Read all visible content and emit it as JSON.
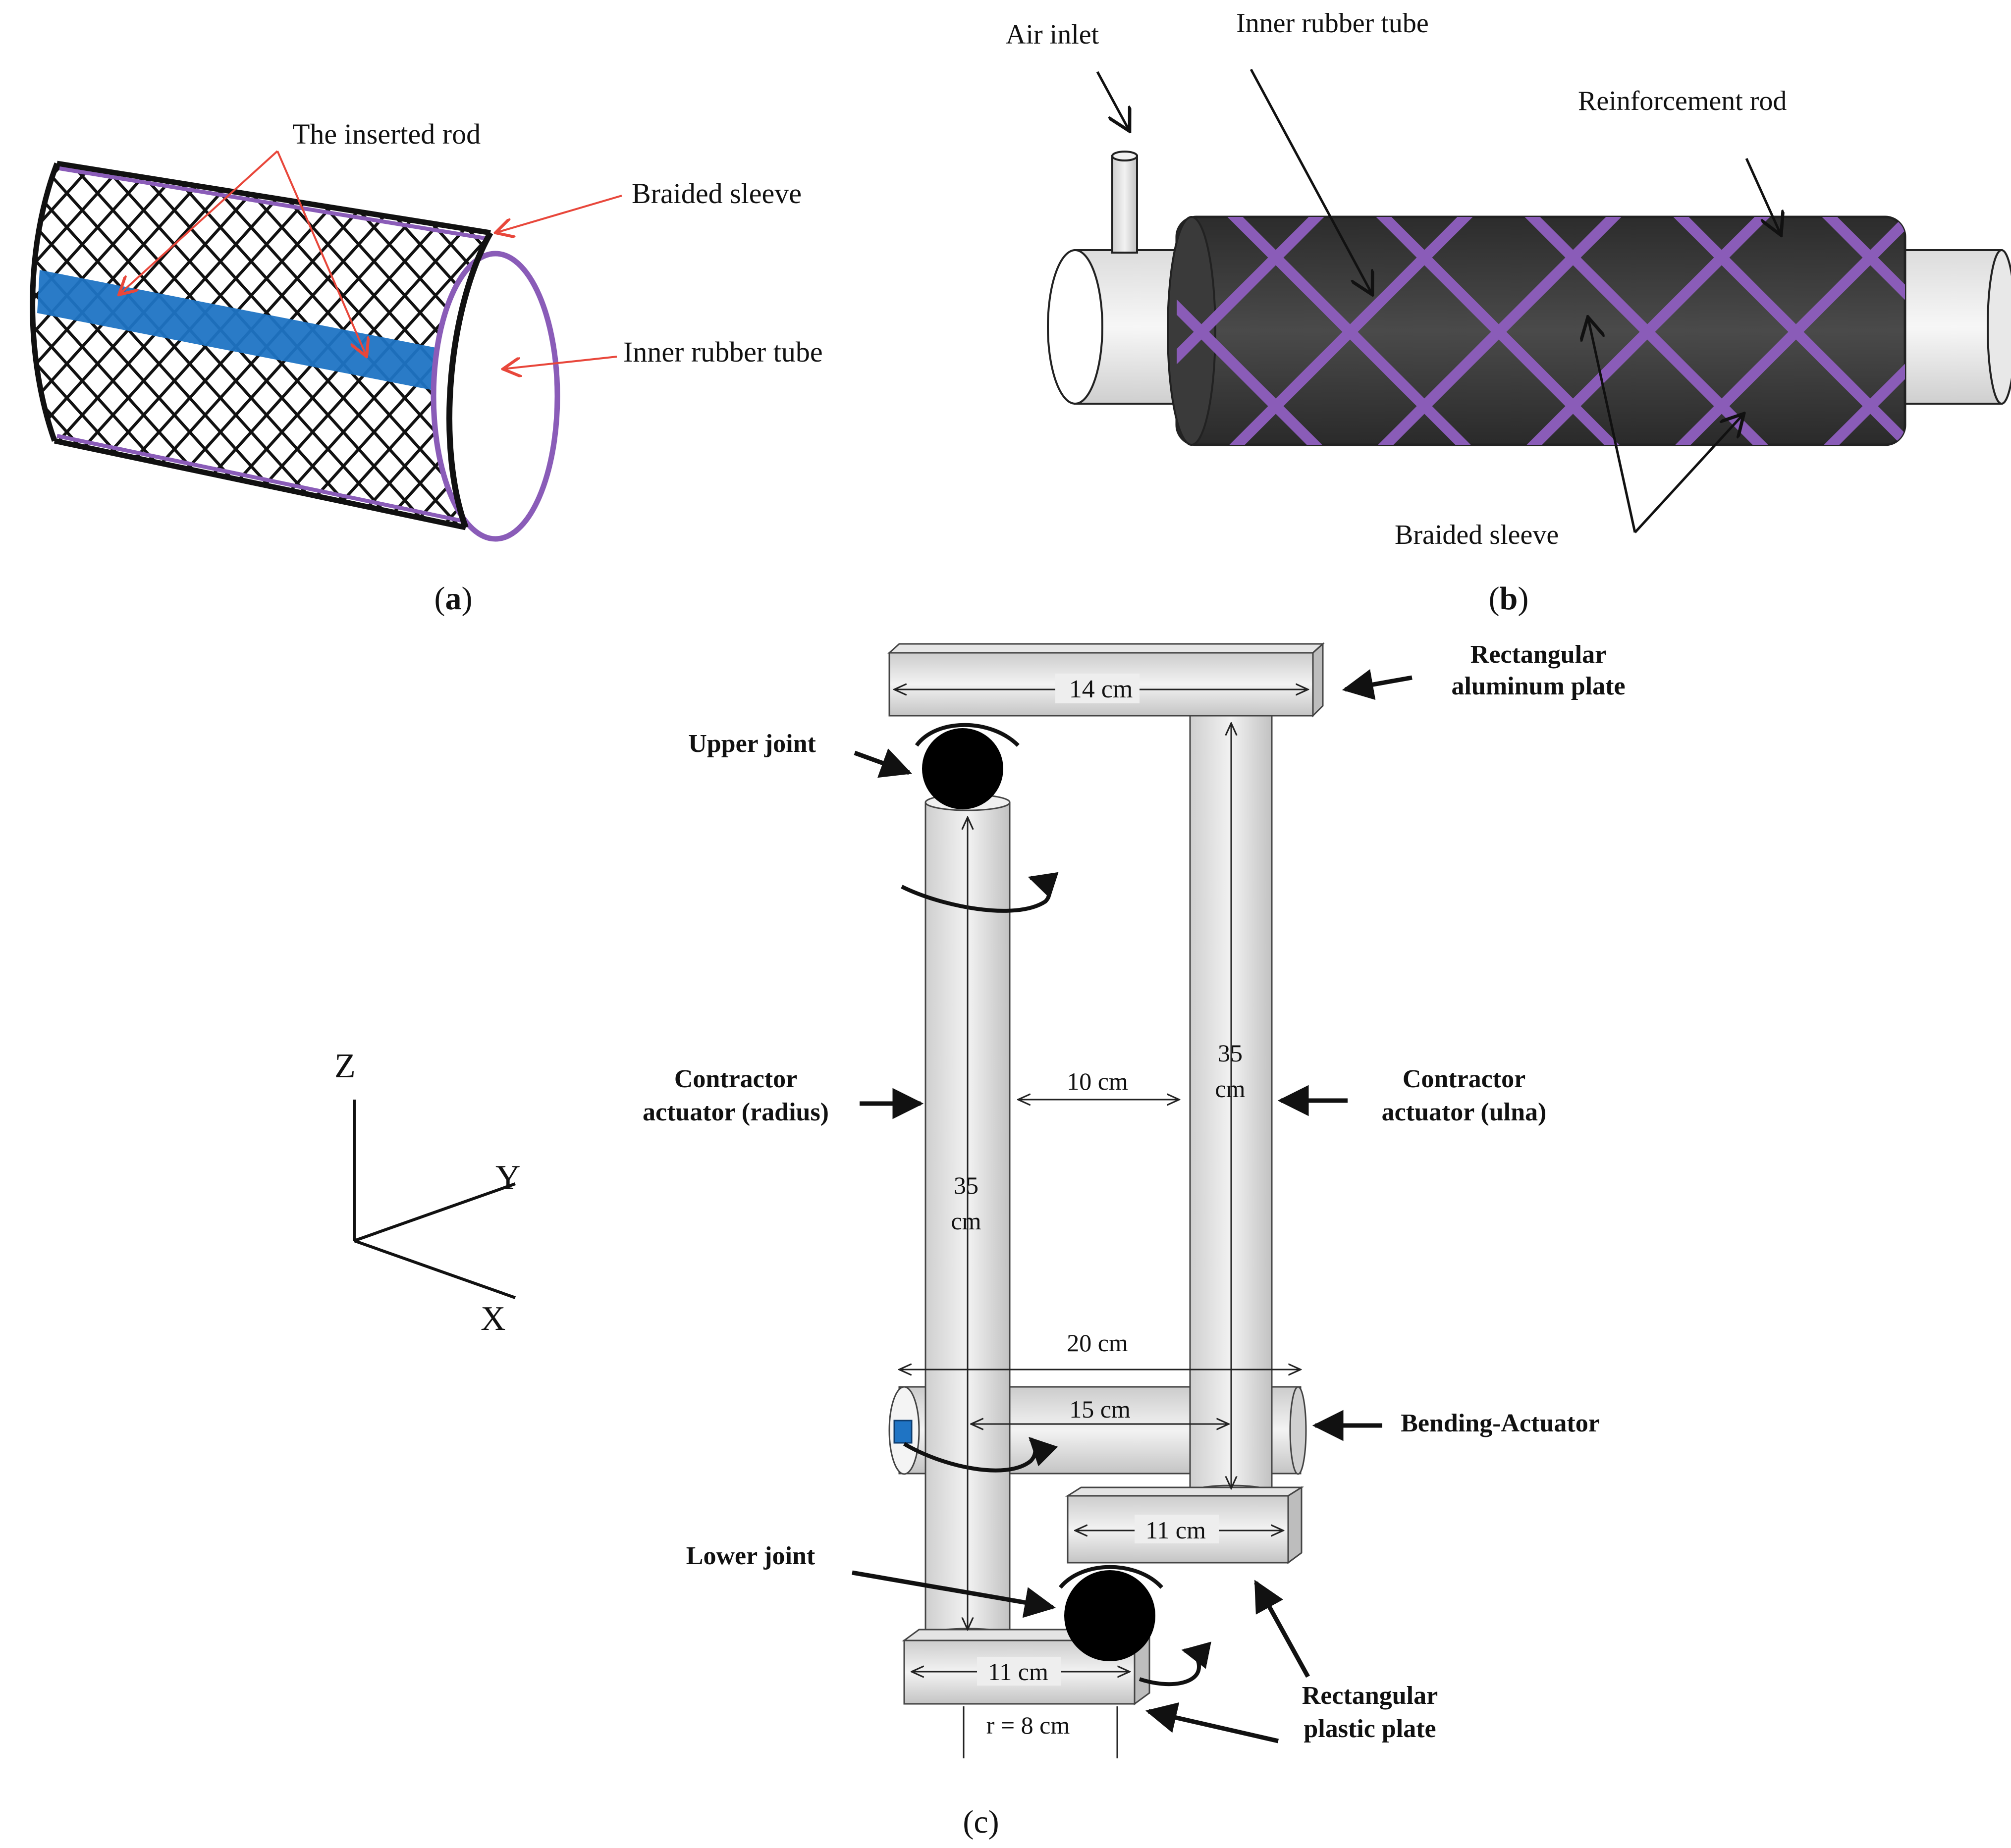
{
  "panel_a": {
    "caption_open": "(",
    "caption_letter": "a",
    "caption_close": ")",
    "labels": {
      "inserted_rod": "The inserted rod",
      "braided_sleeve": "Braided sleeve",
      "inner_rubber_tube": "Inner rubber tube"
    }
  },
  "panel_b": {
    "caption_open": "(",
    "caption_letter": "b",
    "caption_close": ")",
    "labels": {
      "air_inlet": "Air inlet",
      "inner_rubber_tube": "Inner rubber tube",
      "reinforcement_rod": "Reinforcement rod",
      "braided_sleeve": "Braided sleeve"
    }
  },
  "panel_c": {
    "caption": "(c)",
    "axes": {
      "z": "Z",
      "y": "Y",
      "x": "X"
    },
    "labels": {
      "rect_aluminum_1": "Rectangular",
      "rect_aluminum_2": "aluminum plate",
      "upper_joint": "Upper joint",
      "contractor_radius_1": "Contractor",
      "contractor_radius_2": "actuator (radius)",
      "contractor_ulna_1": "Contractor",
      "contractor_ulna_2": "actuator (ulna)",
      "bending_actuator": "Bending-Actuator",
      "lower_joint": "Lower joint",
      "rect_plastic_1": "Rectangular",
      "rect_plastic_2": "plastic plate"
    },
    "dims": {
      "top_plate": "14 cm",
      "ulna_len_1": "35",
      "ulna_len_2": "cm",
      "radius_len_1": "35",
      "radius_len_2": "cm",
      "gap": "10 cm",
      "bend_total": "20 cm",
      "bend_inner": "15 cm",
      "ulna_plate": "11 cm",
      "radius_plate": "11 cm",
      "radius_r": "r = 8 cm"
    }
  },
  "colors": {
    "braid_black": "#111111",
    "braid_purple": "#8a5cb8",
    "rod_blue": "#1f74c4",
    "tube_dark": "#3e3e3e",
    "leader_red": "#e8473b",
    "cylinder_grey": "#d9d9d9",
    "joint_black": "#000000"
  }
}
